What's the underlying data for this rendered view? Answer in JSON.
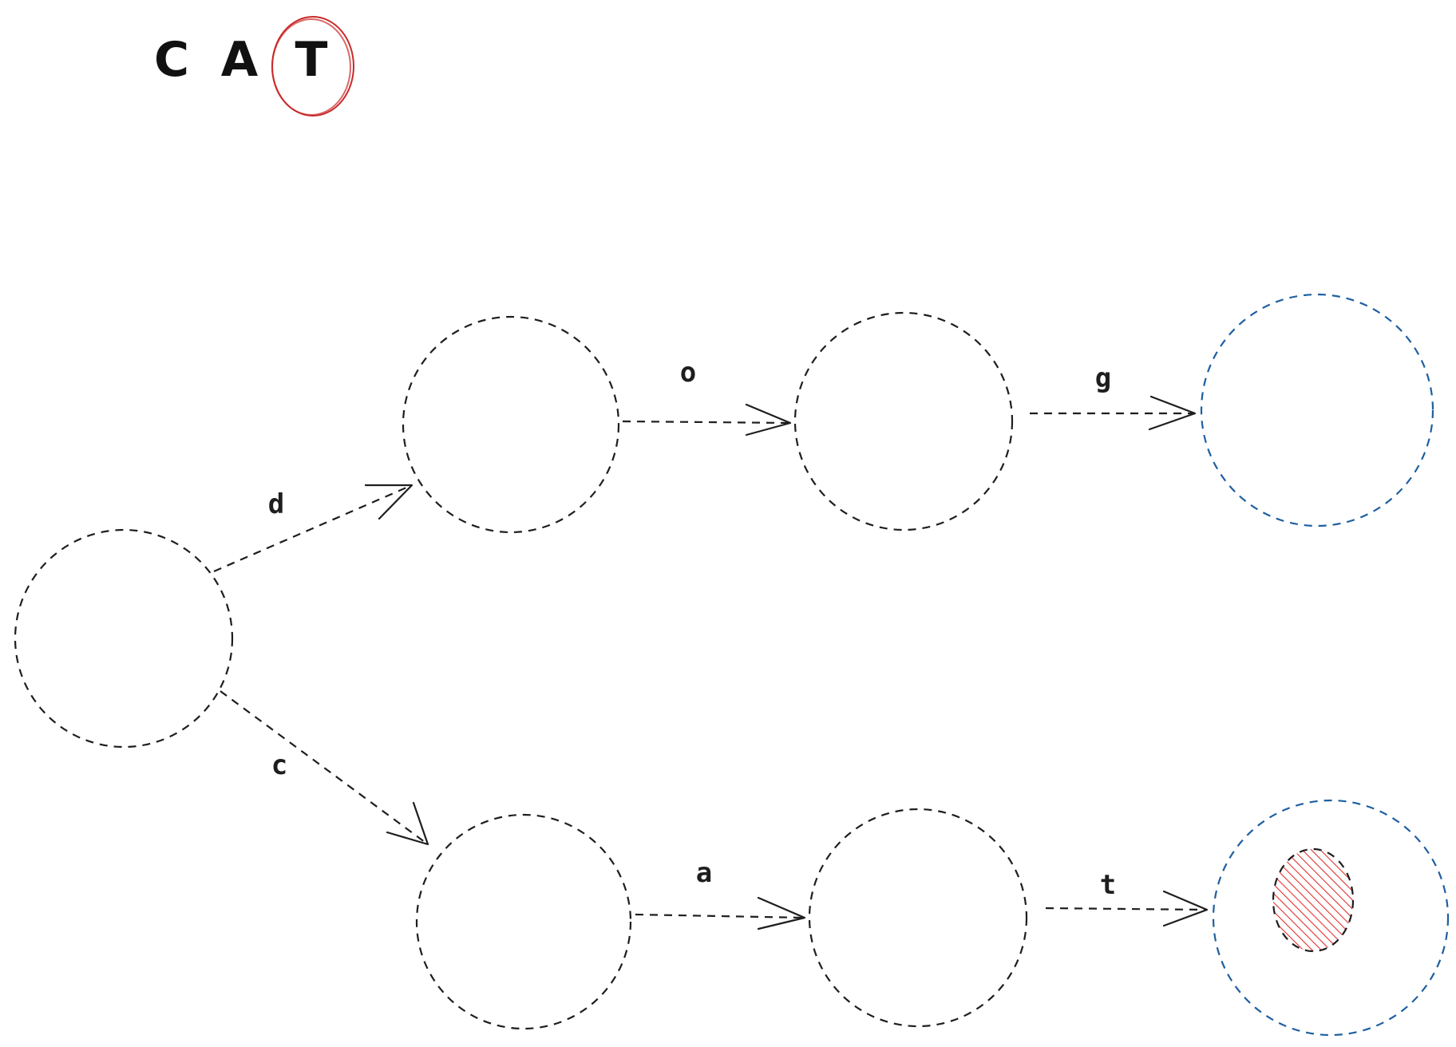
{
  "title": {
    "letters": [
      "C",
      "A",
      "T"
    ],
    "highlighted_index": 2,
    "highlight_color": "#c92a2a"
  },
  "colors": {
    "stroke": "#1e1e1e",
    "final_state": "#1f5fa0",
    "marker_fill": "#e03131"
  },
  "nodes": [
    {
      "id": "root",
      "final": false
    },
    {
      "id": "d",
      "final": false
    },
    {
      "id": "do",
      "final": false
    },
    {
      "id": "dog",
      "final": true
    },
    {
      "id": "c",
      "final": false
    },
    {
      "id": "ca",
      "final": false
    },
    {
      "id": "cat",
      "final": true,
      "current": true
    }
  ],
  "edges": [
    {
      "from": "root",
      "to": "d",
      "label": "d"
    },
    {
      "from": "d",
      "to": "do",
      "label": "o"
    },
    {
      "from": "do",
      "to": "dog",
      "label": "g"
    },
    {
      "from": "root",
      "to": "c",
      "label": "c"
    },
    {
      "from": "c",
      "to": "ca",
      "label": "a"
    },
    {
      "from": "ca",
      "to": "cat",
      "label": "t"
    }
  ]
}
